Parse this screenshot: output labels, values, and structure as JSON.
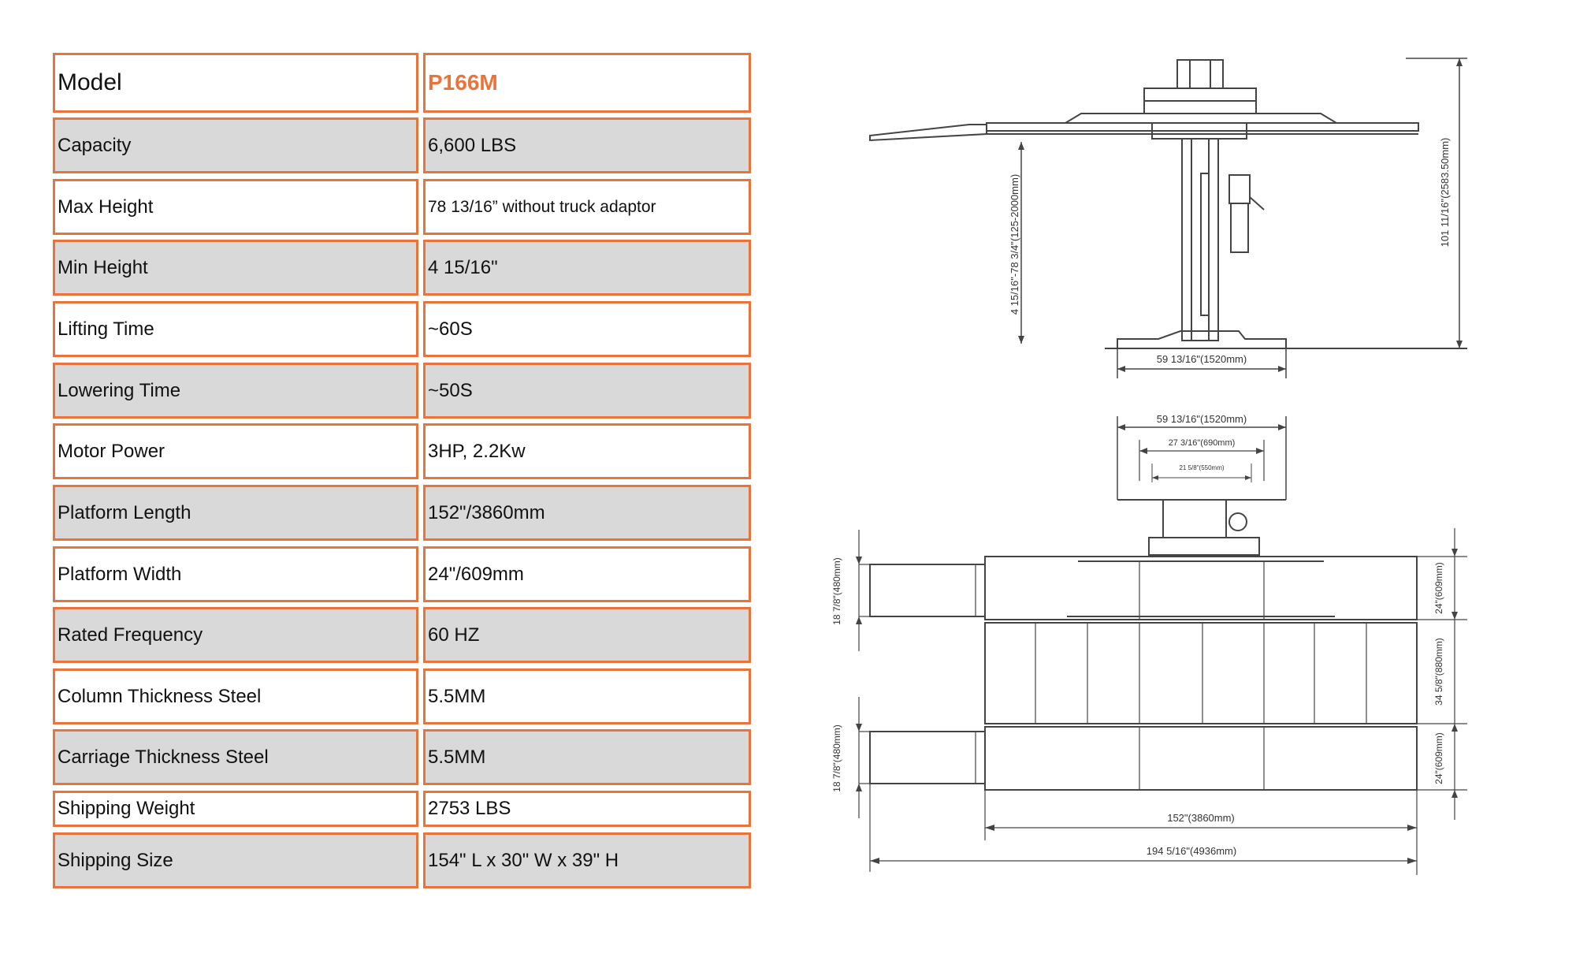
{
  "spec_table": {
    "model": {
      "label": "Model",
      "value": "P166M"
    },
    "rows": [
      {
        "label": "Capacity",
        "value": "6,600 LBS"
      },
      {
        "label": "Max Height",
        "value": "78 13/16” without truck adaptor"
      },
      {
        "label": "Min Height",
        "value": "4 15/16\""
      },
      {
        "label": "Lifting Time",
        "value": "~60S"
      },
      {
        "label": "Lowering Time",
        "value": "~50S"
      },
      {
        "label": "Motor Power",
        "value": "3HP, 2.2Kw"
      },
      {
        "label": "Platform Length",
        "value": "152\"/3860mm"
      },
      {
        "label": "Platform Width",
        "value": "24\"/609mm"
      },
      {
        "label": "Rated Frequency",
        "value": "60 HZ"
      },
      {
        "label": "Column Thickness Steel",
        "value": "5.5MM"
      },
      {
        "label": "Carriage Thickness Steel",
        "value": "5.5MM"
      },
      {
        "label": "Shipping Weight",
        "value": "2753 LBS"
      },
      {
        "label": "Shipping Size",
        "value": "154\" L x 30\" W x 39\" H"
      }
    ]
  },
  "drawing": {
    "dims": {
      "height_range": "4 15/16\"-78 3/4\"(125-2000mm)",
      "overall_height": "101 11/16\"(2583.50mm)",
      "base_width": "59 13/16\"(1520mm)",
      "top_base_width": "59 13/16\"(1520mm)",
      "inner_width": "27 3/16\"(690mm)",
      "innermost_width": "21 5/8\"(550mm)",
      "ramp_width_1": "18 7/8\"(480mm)",
      "ramp_width_2": "18 7/8\"(480mm)",
      "platform_width_1": "24\"(609mm)",
      "gap_width": "34 5/8\"(880mm)",
      "platform_width_2": "24\"(609mm)",
      "platform_length": "152\"(3860mm)",
      "overall_length": "194 5/16\"(4936mm)"
    }
  },
  "colors": {
    "accent": "#e8743b",
    "row_grey": "#d9d9d9"
  }
}
